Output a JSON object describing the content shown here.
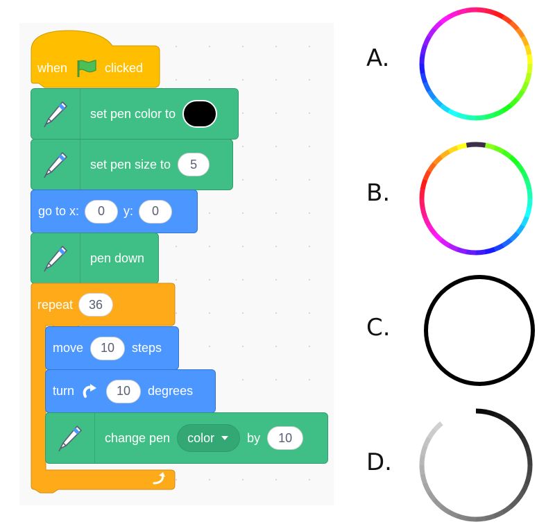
{
  "blocks": {
    "when_label": "when",
    "clicked_label": "clicked",
    "set_color_label": "set pen color to",
    "set_color_value": "#000000",
    "set_size_label": "set pen size to",
    "set_size_value": "5",
    "goto_label": "go to x:",
    "goto_x": "0",
    "goto_y_label": "y:",
    "goto_y": "0",
    "pen_down_label": "pen down",
    "repeat_label": "repeat",
    "repeat_count": "36",
    "move_label": "move",
    "move_value": "10",
    "steps_label": "steps",
    "turn_label": "turn",
    "turn_value": "10",
    "degrees_label": "degrees",
    "change_pen_label": "change pen",
    "change_pen_param": "color",
    "by_label": "by",
    "change_value": "10"
  },
  "colors": {
    "events": "#ffbf00",
    "pen": "#3fbf86",
    "motion": "#4c97ff",
    "control": "#ffab19"
  },
  "choices": [
    {
      "letter": "A.",
      "style": "rainbow-full"
    },
    {
      "letter": "B.",
      "style": "rainbow-with-dark-seam"
    },
    {
      "letter": "C.",
      "style": "solid-black"
    },
    {
      "letter": "D.",
      "style": "gray-gradient-open"
    }
  ]
}
